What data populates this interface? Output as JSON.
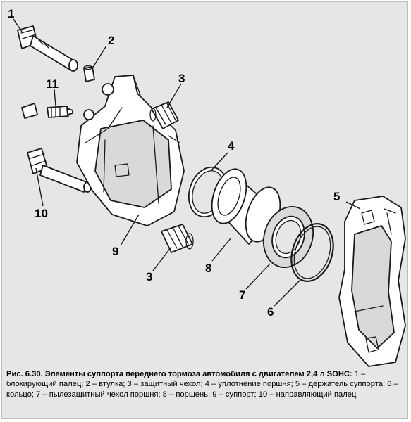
{
  "callouts": [
    {
      "id": "c1",
      "text": "1"
    },
    {
      "id": "c2",
      "text": "2"
    },
    {
      "id": "c3a",
      "text": "3"
    },
    {
      "id": "c3b",
      "text": "3"
    },
    {
      "id": "c4",
      "text": "4"
    },
    {
      "id": "c5",
      "text": "5"
    },
    {
      "id": "c6",
      "text": "6"
    },
    {
      "id": "c7",
      "text": "7"
    },
    {
      "id": "c8",
      "text": "8"
    },
    {
      "id": "c9",
      "text": "9"
    },
    {
      "id": "c10",
      "text": "10"
    },
    {
      "id": "c11",
      "text": "11"
    }
  ],
  "caption": {
    "title": "Рис. 6.30. Элементы суппорта переднего тормоза автомобиля с двигателем 2,4 л SOHC:",
    "text": "1 – блокирующий палец; 2 – втулка; 3 – защитный чехол; 4 – уплотнение поршня; 5 – держатель суппорта; 6 – кольцо; 7 – пылезащитный чехол поршня; 8 – поршень; 9 – суппорт; 10 – направляющий палец"
  }
}
